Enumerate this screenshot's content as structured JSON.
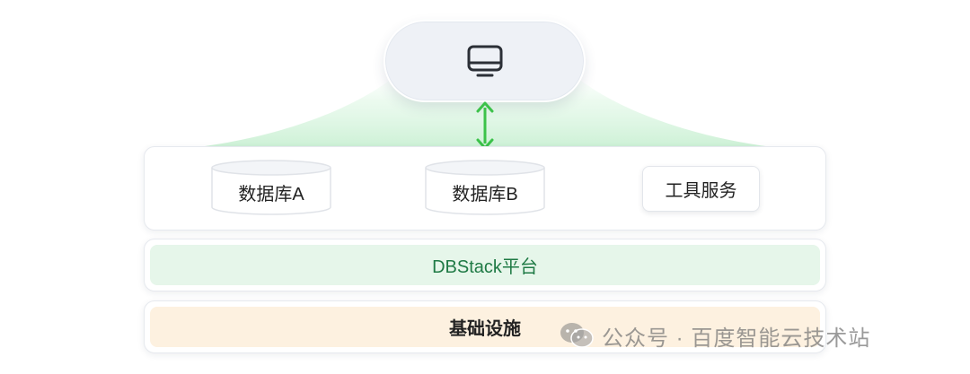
{
  "diagram": {
    "databases": [
      {
        "label": "数据库A"
      },
      {
        "label": "数据库B"
      }
    ],
    "tool_service": {
      "label": "工具服务"
    },
    "platform_layer": {
      "label": "DBStack平台"
    },
    "infrastructure_layer": {
      "label": "基础设施"
    }
  },
  "watermark": {
    "text": "公众号 · 百度智能云技术站"
  },
  "colors": {
    "glow": "#d9f5e0",
    "arrow": "#3cc24a",
    "platform_band": "#e6f6ea",
    "platform_text": "#1f7a45",
    "infra_band": "#fdf1e0",
    "monitor_pill": "#eef1f6"
  },
  "icons": {
    "top": "monitor-icon",
    "connector": "double-arrow-icon",
    "watermark": "wechat-icon"
  }
}
